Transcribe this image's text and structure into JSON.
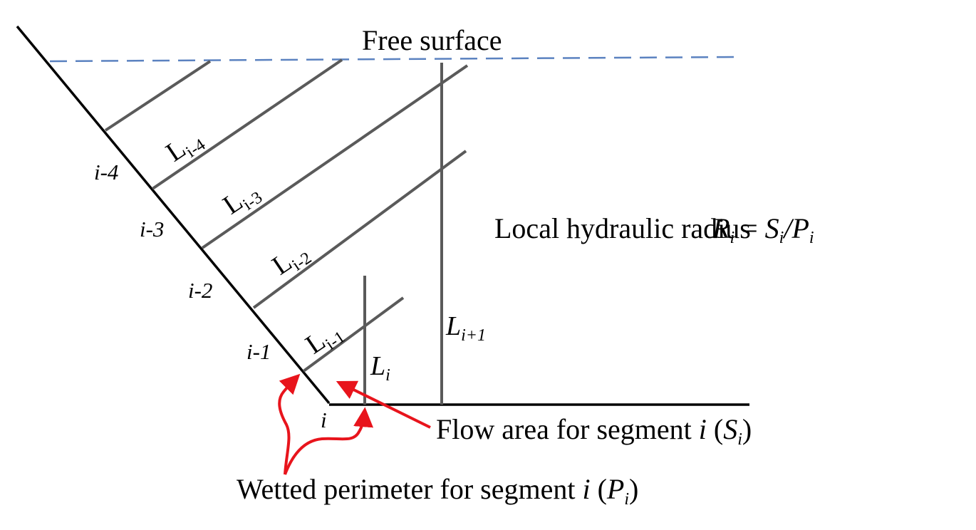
{
  "title": "",
  "labels": {
    "free_surface": "Free surface",
    "local_radius_text": "Local hydraulic radius",
    "formula": {
      "R": "R",
      "i1": "i",
      "eq": " = ",
      "S": "S",
      "i2": "i",
      "slash": "/",
      "P": "P",
      "i3": "i"
    },
    "flow_area": {
      "text": "Flow area for segment ",
      "i": "i",
      "open": " (",
      "S": "S",
      "sub": "i",
      "close": ")"
    },
    "wetted_perimeter": {
      "text": "Wetted perimeter for segment ",
      "i": "i",
      "open": " (",
      "P": "P",
      "sub": "i",
      "close": ")"
    }
  },
  "segments": [
    "i-4",
    "i-3",
    "i-2",
    "i-1",
    "i"
  ],
  "lengths": {
    "Li4": {
      "base": "L",
      "sub": "i-4"
    },
    "Li3": {
      "base": "L",
      "sub": "i-3"
    },
    "Li2": {
      "base": "L",
      "sub": "i-2"
    },
    "Li1": {
      "base": "L",
      "sub": "i-1"
    },
    "Li": {
      "base": "L",
      "sub": "i"
    },
    "Lip1": {
      "base": "L",
      "sub": "i+1"
    }
  },
  "colors": {
    "boundary": "#000000",
    "grid_lines": "#5a5a5a",
    "free_surface": "#5b82c0",
    "arrows": "#e8141c"
  }
}
